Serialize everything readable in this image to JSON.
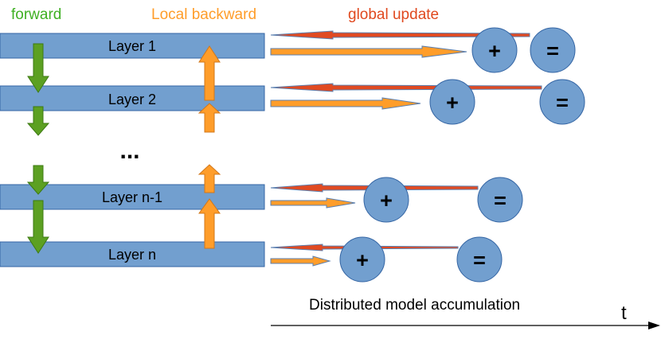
{
  "legend": {
    "forward": "forward",
    "local_backward": "Local backward",
    "global_update": "global update"
  },
  "layers": [
    {
      "label": "Layer 1"
    },
    {
      "label": "Layer 2"
    },
    {
      "label": "Layer n-1"
    },
    {
      "label": "Layer n"
    }
  ],
  "ellipsis": "...",
  "ops": {
    "plus": "+",
    "equals": "="
  },
  "axis": {
    "caption": "Distributed model accumulation",
    "variable": "t"
  },
  "colors": {
    "layer_fill": "#729fcf",
    "layer_stroke": "#3465a4",
    "forward": "#5ca022",
    "forward_text": "#3fb023",
    "backward": "#ff9d2a",
    "backward_text": "#ff9d2a",
    "global": "#e04a22",
    "global_text": "#e0491f",
    "node_fill": "#729fcf",
    "node_stroke": "#3465a4"
  }
}
